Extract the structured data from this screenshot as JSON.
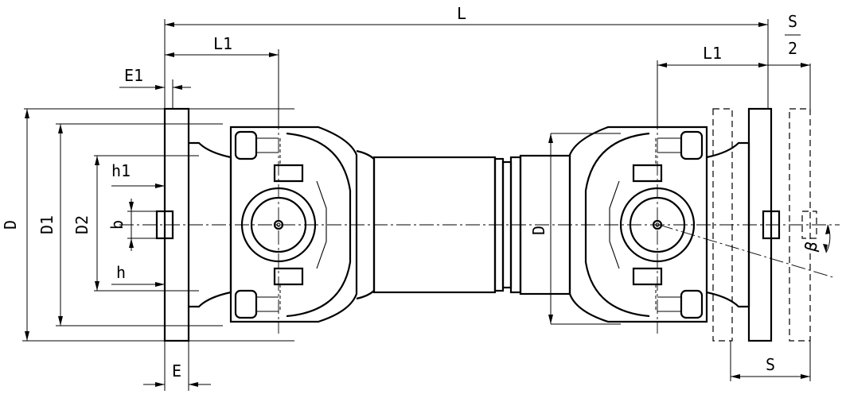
{
  "labels": {
    "L": "L",
    "L1_left": "L1",
    "L1_right": "L1",
    "S_half_num": "S",
    "S_half_den": "2",
    "E1": "E1",
    "E": "E",
    "D": "D",
    "D1": "D1",
    "D2": "D2",
    "h1": "h1",
    "b": "b",
    "h": "h",
    "D_mid": "D",
    "S": "S",
    "beta": "β"
  }
}
